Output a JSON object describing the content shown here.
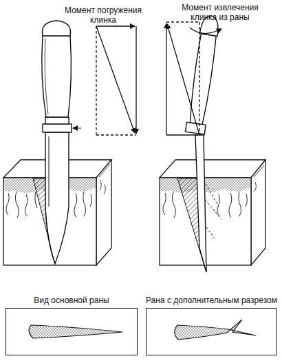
{
  "diagram": {
    "nodes": [
      {
        "text": [
          "Вид основной раны"
        ]
      },
      {
        "text": [
          "Рана с дополнительным разрезом"
        ]
      }
    ],
    "labels": [
      "Момент погружения клинка",
      "Момент извлечения клинка из раны"
    ]
  }
}
